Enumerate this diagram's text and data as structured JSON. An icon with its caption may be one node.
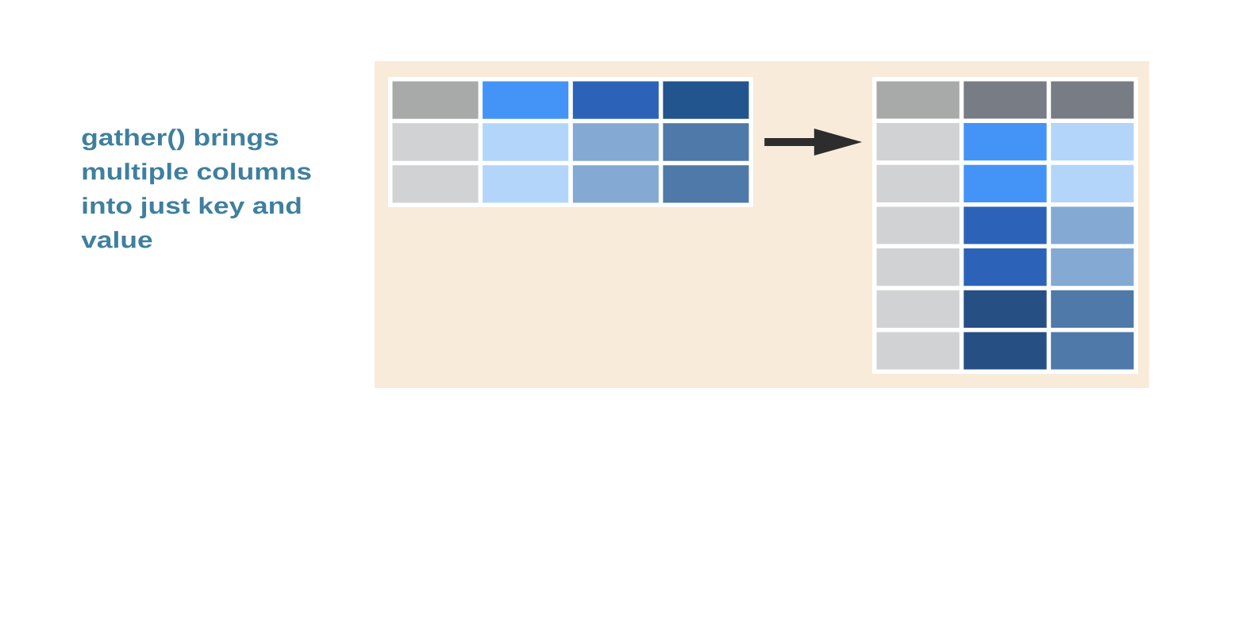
{
  "diagram": {
    "nodes": [
      {
        "text": [],
        "shape": "box"
      },
      {
        "text": [],
        "shape": "table",
        "in": 0
      },
      {
        "text": [],
        "shape": "table",
        "in": 0
      }
    ],
    "edges": [
      {
        "from": 1,
        "to": 2,
        "arrow": "to"
      }
    ],
    "labels": [
      "gather() brings multiple columns into just key and value"
    ]
  }
}
